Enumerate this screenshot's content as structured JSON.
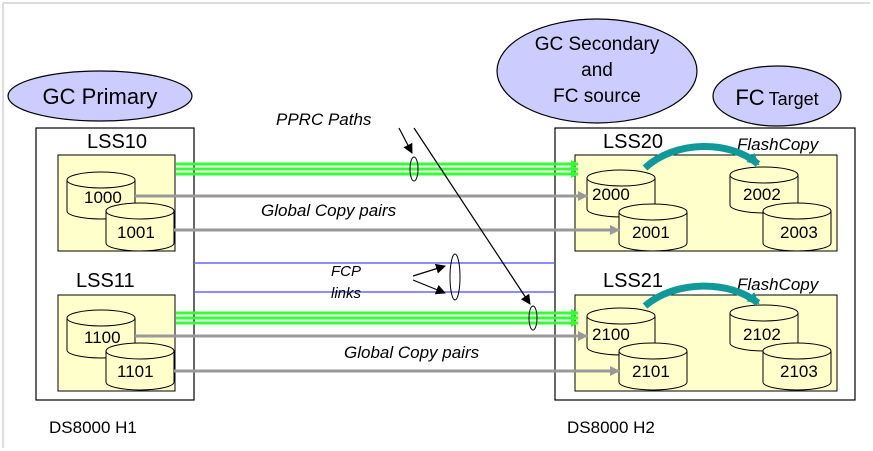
{
  "ellipses": {
    "gc_primary": "GC Primary",
    "gc_secondary_lines": [
      "GC Secondary",
      "and",
      "FC source"
    ],
    "fc_target_main": "FC",
    "fc_target_sub": "Target"
  },
  "labels": {
    "pprc_paths": "PPRC Paths",
    "global_copy_pairs_top": "Global Copy pairs",
    "global_copy_pairs_bottom": "Global Copy pairs",
    "fcp_line1": "FCP",
    "fcp_line2": "links",
    "flashcopy_top": "FlashCopy",
    "flashcopy_bottom": "FlashCopy",
    "ds8000_h1": "DS8000 H1",
    "ds8000_h2": "DS8000 H2"
  },
  "lss": {
    "lss10": {
      "title": "LSS10",
      "disks": [
        "1000",
        "1001"
      ]
    },
    "lss11": {
      "title": "LSS11",
      "disks": [
        "1100",
        "1101"
      ]
    },
    "lss20": {
      "title": "LSS20",
      "source_disks": [
        "2000",
        "2001"
      ],
      "target_disks": [
        "2002",
        "2003"
      ]
    },
    "lss21": {
      "title": "LSS21",
      "source_disks": [
        "2100",
        "2101"
      ],
      "target_disks": [
        "2102",
        "2103"
      ]
    }
  },
  "colors": {
    "lss_fill": "#ffffcc",
    "disk_fill": "#ffffcc",
    "ellipse_fill": "#ccccff",
    "pprc_green": "#33ff33",
    "pair_gray": "#999999",
    "fcp_blue": "#6666ff",
    "flashcopy_teal": "#119999"
  }
}
